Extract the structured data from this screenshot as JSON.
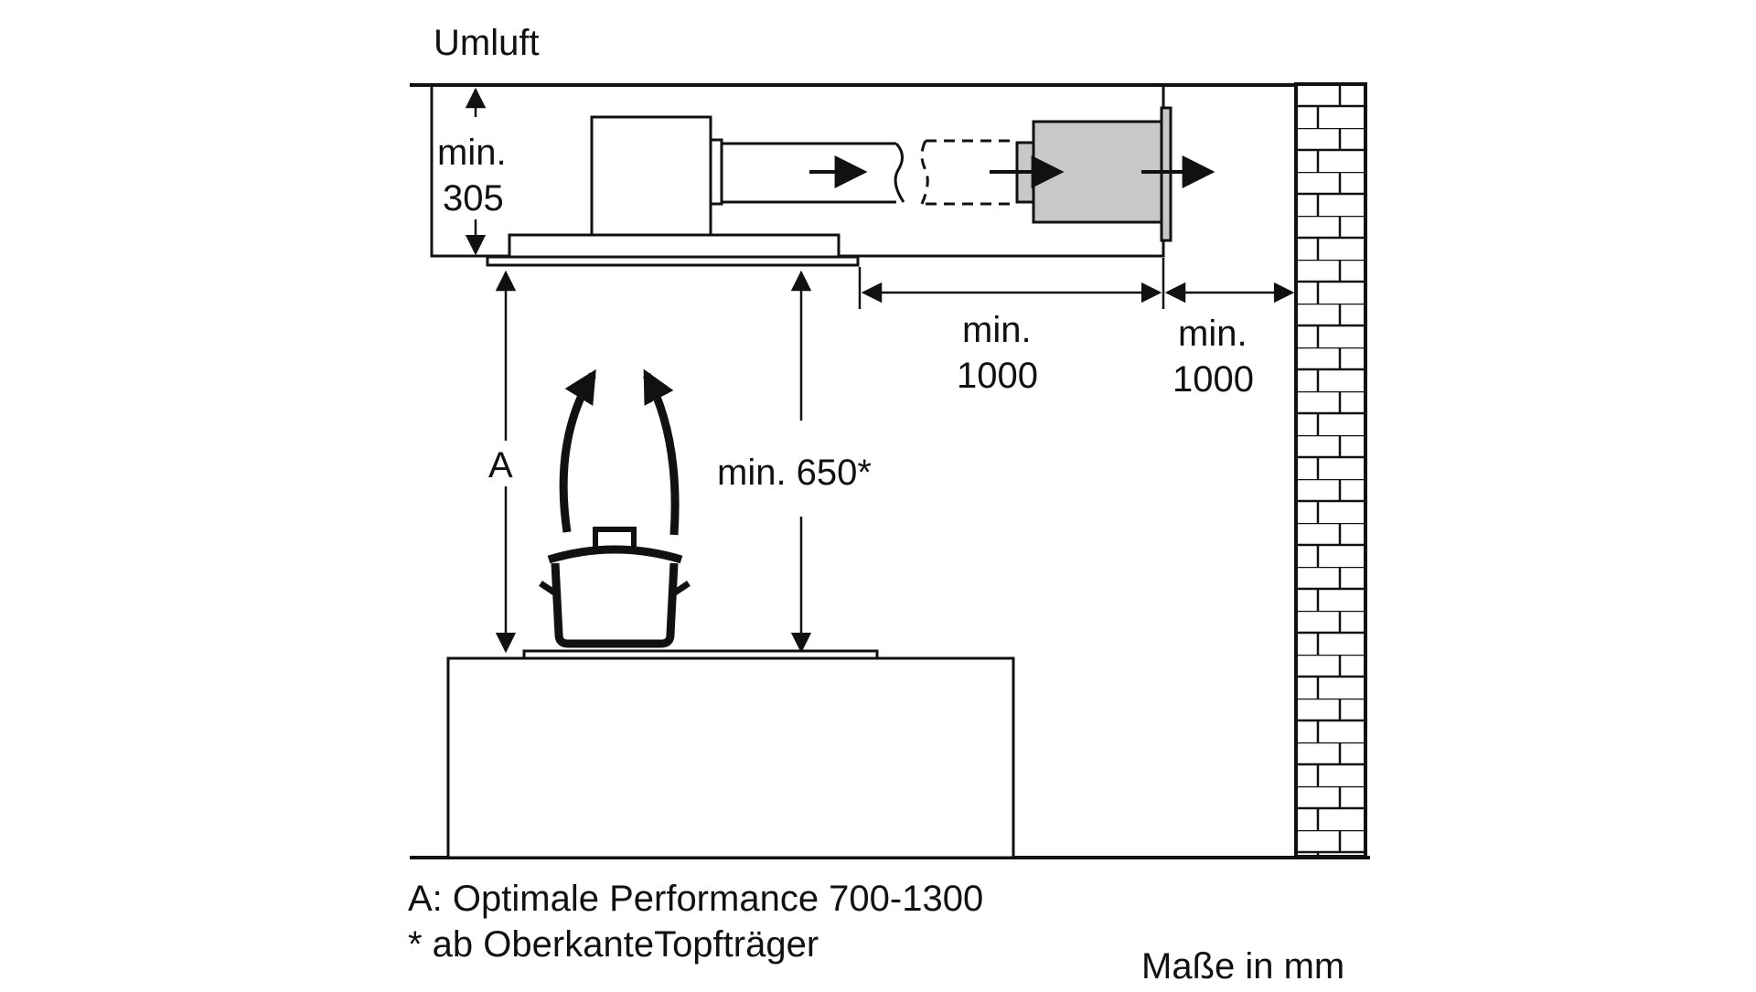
{
  "diagram": {
    "title": "Umluft",
    "labels": {
      "min_305_top": "min.",
      "min_305_value": "305",
      "min_1000_left_top": "min.",
      "min_1000_left_value": "1000",
      "min_1000_right_top": "min.",
      "min_1000_right_value": "1000",
      "dim_a": "A",
      "min_650": "min. 650*"
    },
    "notes": {
      "line1": "A: Optimale Performance 700-1300",
      "line2": "* ab OberkanteTopfträger",
      "units": "Maße in mm"
    },
    "colors": {
      "line": "#111111",
      "filter_module": "#c8c8c8",
      "background": "#ffffff"
    }
  }
}
